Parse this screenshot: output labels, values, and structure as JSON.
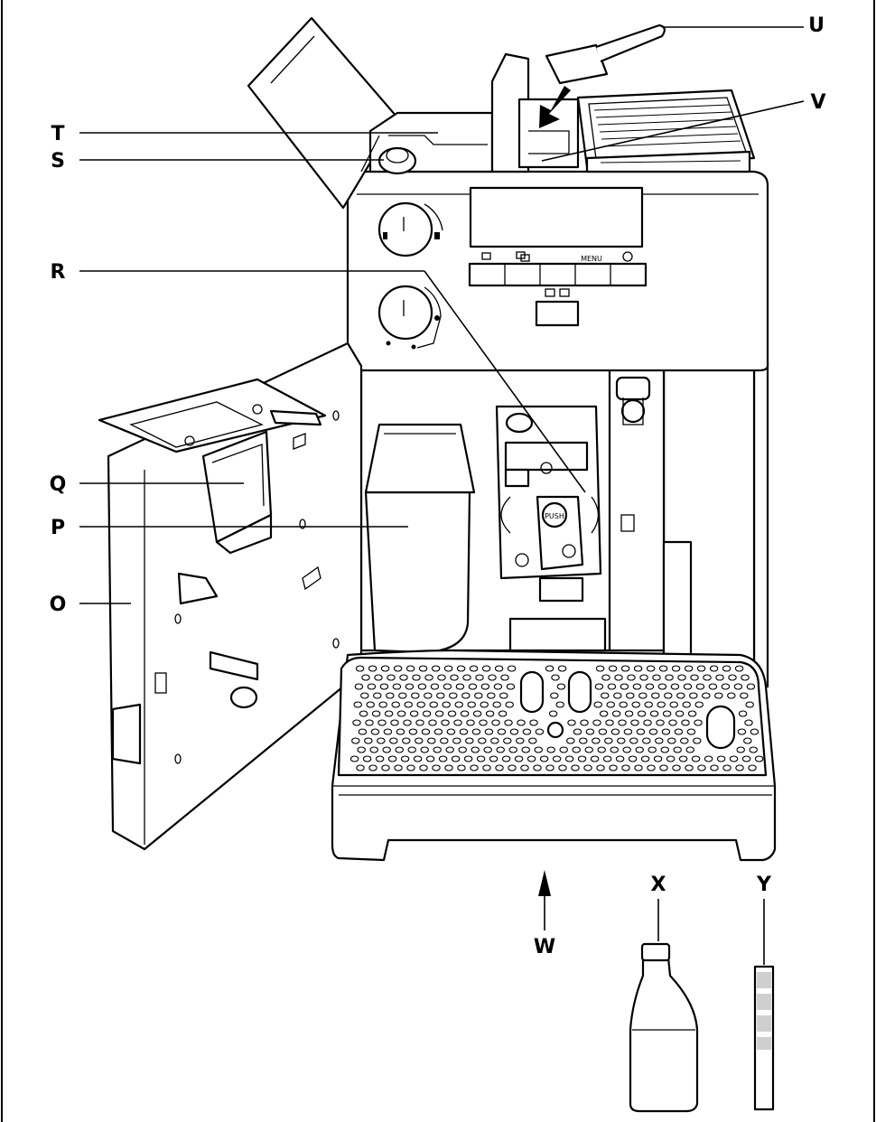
{
  "labels": {
    "O": "O",
    "P": "P",
    "Q": "Q",
    "R": "R",
    "S": "S",
    "T": "T",
    "U": "U",
    "V": "V",
    "W": "W",
    "X": "X",
    "Y": "Y"
  },
  "panel": {
    "menu_text": "MENU",
    "push_text": "PUSH"
  }
}
